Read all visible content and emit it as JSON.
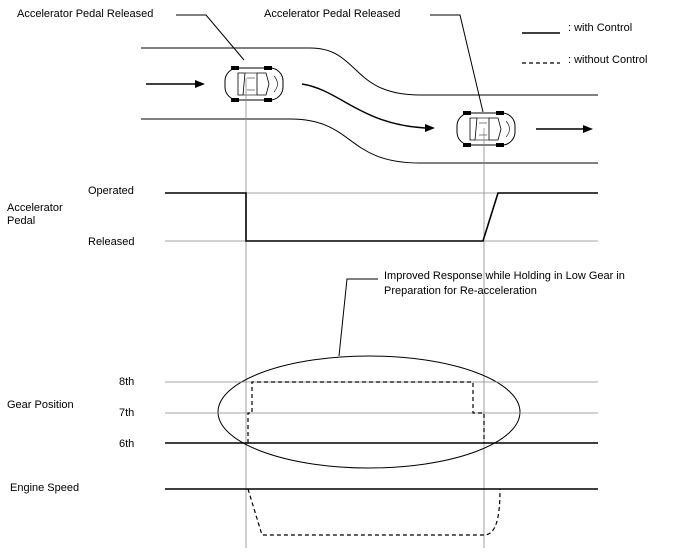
{
  "labels": {
    "callout_left": "Accelerator Pedal Released",
    "callout_right": "Accelerator Pedal Released",
    "legend_with": ": with Control",
    "legend_without": ": without Control",
    "accel_operated": "Operated",
    "accel_title_1": "Accelerator",
    "accel_title_2": "Pedal",
    "accel_released": "Released",
    "note_line_1": "Improved Response while Holding in Low Gear in",
    "note_line_2": "Preparation for Re-acceleration",
    "gear_8": "8th",
    "gear_title": "Gear Position",
    "gear_7": "7th",
    "gear_6": "6th",
    "engine_title": "Engine Speed"
  },
  "icons": {
    "car": "car-top-view-icon",
    "arrow": "arrow-right-icon"
  }
}
